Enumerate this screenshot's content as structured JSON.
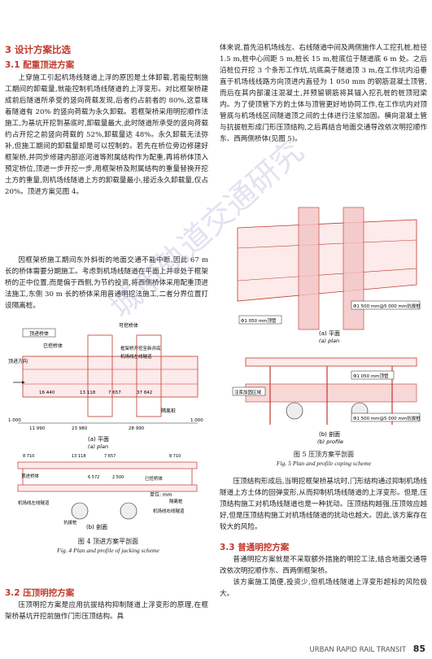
{
  "sec3": {
    "heading": "3  设计方案比选"
  },
  "sec31": {
    "heading": "3.1  配重顶进方案"
  },
  "p1": "上穿施工引起机场线隧道上浮的原因是土体卸载,若能控制施工期间的卸载量,就能控制机场线隧道的上浮变形。对比框架桥建成前后隧道所承受的竖向荷载发现,后者约占前者的 80%,这意味着隧道有 20% 的竖向荷载为永久卸载。若框架桥采用明挖顺作法施工,为基坑开挖到基底时,卸载量最大,此时隧道所承受的竖向荷载约占开挖之前竖向荷载的 52%,卸载量达 48%。永久卸载无法弥补,但施工期间的卸载量却是可以控制的。若先在桥位旁边修建好框架桥,并同步修建内部巡河道等附属结构作为配重,再将桥体顶入预定桥位,顶进一步开挖一步,用框架桥及附属结构的重量替换开挖土方的重量,则机场线隧道上方的卸载量最小,接近永久卸载量,仅占 20%。顶进方案见图 4。",
  "p2": "因框架桥施工期间东外斜街的地面交通不能中断,因此 67 m 长的桥体需要分期施工。考虑到机场线隧道在平面上并非处于框架桥的正中位置,而是偏于西侧,为节约投资,将西侧桥体采用配重顶进法施工,东侧 30 m 长的桥体采用普通明挖法施工,二者分界位置打设隔离桩。",
  "fig4": {
    "labels": {
      "top_pier": "顶进桥体",
      "cut_pier": "可挖桥体",
      "dig_pier": "已挖桥体",
      "isolation_pile": "隔离桩",
      "frame": "框架桥开挖至新井底",
      "airport_tunnel": "机场线左线隧道",
      "top_direction": "顶进方向",
      "iso_pile": "隔离桩",
      "unit": "单位: mm",
      "airport_left": "机场线左线隧道",
      "airport_right": "机场线右线隧道",
      "protect_pile": "抗拔桩"
    },
    "dims_plan": [
      "16 440",
      "13 118",
      "7 657",
      "37 842",
      "1 000",
      "11 990",
      "23 980",
      "28 990",
      "1 000"
    ],
    "dims_profile": [
      "8 710",
      "13 118",
      "7 657",
      "8 710",
      "6 572",
      "2 500"
    ],
    "sub_a": "(a) 平面",
    "sub_a_en": "(a) plan",
    "sub_b": "(b) 剖面",
    "sub_b_en": "(b) Profile",
    "caption": "图 4   顶进方案平剖面",
    "caption_en": "Fig. 4   Plan and profile of jacking scheme"
  },
  "sec32": {
    "heading": "3.2  压顶明挖方案"
  },
  "p3": "压顶明挖方案是应用抗拔结构抑制隧道上浮变形的原理,在框架桥基坑开挖前施作门形压顶结构。具",
  "p4": "体来说,首先沿机场线左、右线隧道中间及两侧施作人工挖孔桩,桩径 1.5 m,桩中心间距 5 m,桩长 15 m,桩底位于隧道底 6 m 处。之后沿桩位开挖 3 个条形工作坑,坑底高于隧道顶 3 m,在工作坑内沿垂直于机场线线路方向顶进内直径为 1 050 mm 的钢筋混凝土顶管,而后在其内部灌注混凝土,并预留钢筋将其锚入挖孔桩的桩顶冠梁内。为了使顶管下方的土体与顶管更好地协同工作,在工作坑内对顶管底与机场线区间隧道顶之间的土体进行注浆加固。横向混凝土管与抗拔桩形成门形压顶结构,之后再结合地面交通导改依次明挖顺作东、西两侧桥体(见图 5)。",
  "fig5": {
    "labels": {
      "pipe_plan": "Φ1 500 mm@5 000 mm抗拔桩",
      "pipe_small": "Φ1 050 mm顶管",
      "pipe_profile": "Φ1 050 mm顶管",
      "grout": "注浆加固区域",
      "pile_profile": "Φ1 500 mm@5 000 mm抗拔桩"
    },
    "sub_a": "(a) 平面",
    "sub_a_en": "(a) plan",
    "sub_b": "(b) 剖面",
    "sub_b_en": "(b) profile",
    "caption": "图 5   压顶方案平剖面",
    "caption_en": "Fig. 5   Plan and profile coping scheme"
  },
  "p5": "压顶结构形成后,当明挖框架桥基坑时,门形结构通过抑制机场线隧道上方土体的回弹变形,从而抑制机场线隧道的上浮变形。但是,压顶结构施工对机场线隧道也是一种扰动。压顶结构越强,压顶效应越好,但是压顶结构施工对机场线隧道的扰动也越大。因此,该方案存在较大的风险。",
  "sec33": {
    "heading": "3.3  普通明挖方案"
  },
  "p6": "普通明挖方案就是不采取额外措施的明挖工法,结合地面交通导改依次明挖顺作东、西两侧框架桥。",
  "p7": "该方案施工简便,投资少,但机场线隧道上浮变形超标的风险极大。",
  "watermark": "城市轨道交通研究",
  "footer": {
    "journal": "URBAN RAPID RAIL TRANSIT",
    "page": "85"
  }
}
